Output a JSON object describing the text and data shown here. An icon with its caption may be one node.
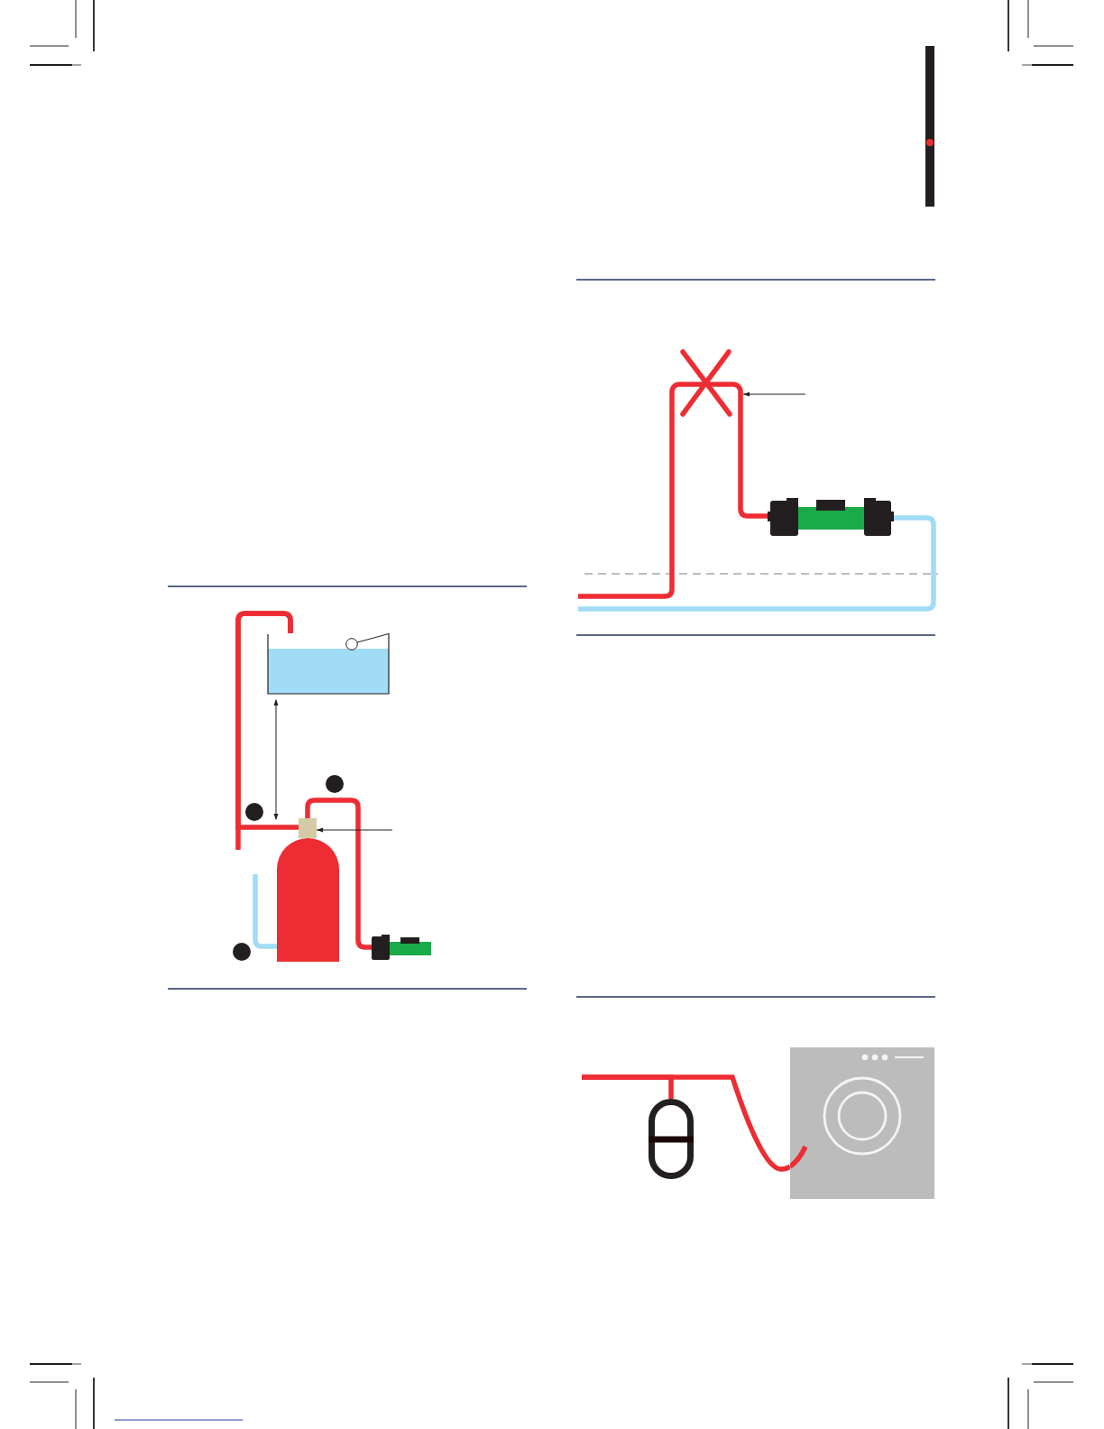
{
  "diagram": {
    "nodes": [
      {
        "text": [],
        "shape": "box"
      },
      {
        "text": [],
        "shape": "box"
      },
      {
        "text": [],
        "shape": "cylinder"
      },
      {
        "text": [],
        "shape": "picture"
      },
      {
        "text": [],
        "shape": "picture"
      },
      {
        "text": [],
        "shape": "picture"
      },
      {
        "text": [],
        "shape": "box"
      },
      {
        "text": [],
        "shape": "picture"
      }
    ],
    "edges": [
      {
        "from": 1,
        "to": 0,
        "arrow": "none"
      },
      {
        "from": null,
        "to": 0,
        "arrow": "none"
      },
      {
        "from": 1,
        "to": 3,
        "arrow": "none"
      },
      {
        "from": null,
        "to": 2,
        "arrow": "none",
        "color": "#a0dcf5"
      },
      {
        "from": null,
        "to": 1,
        "arrow": "to",
        "color": "#231f20"
      },
      {
        "from": null,
        "to": 4,
        "arrow": "none"
      },
      {
        "from": 4,
        "to": 5,
        "arrow": "none"
      },
      {
        "from": 5,
        "to": null,
        "arrow": "none",
        "color": "#a0dcf5"
      },
      {
        "from": null,
        "to": 4,
        "arrow": "to",
        "color": "#231f20"
      },
      {
        "from": null,
        "to": 6,
        "arrow": "none"
      },
      {
        "from": null,
        "to": 7,
        "arrow": "none"
      }
    ]
  }
}
